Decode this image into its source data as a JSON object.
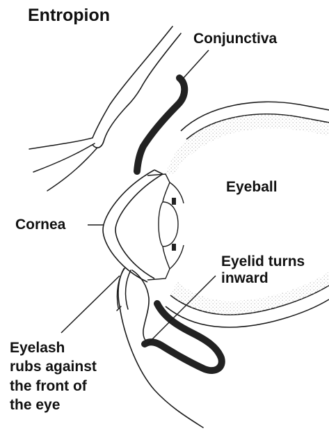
{
  "title": "Entropion",
  "labels": {
    "conjunctiva": "Conjunctiva",
    "eyeball": "Eyeball",
    "cornea": "Cornea",
    "eyelid_turns_inward": "Eyelid turns\n inward",
    "eyelash": "Eyelash\nrubs against\nthe front of\nthe eye"
  },
  "colors": {
    "line": "#1a1a1a",
    "lid_margin": "#222222",
    "stipple": "#b8b8b8",
    "background": "#ffffff"
  }
}
